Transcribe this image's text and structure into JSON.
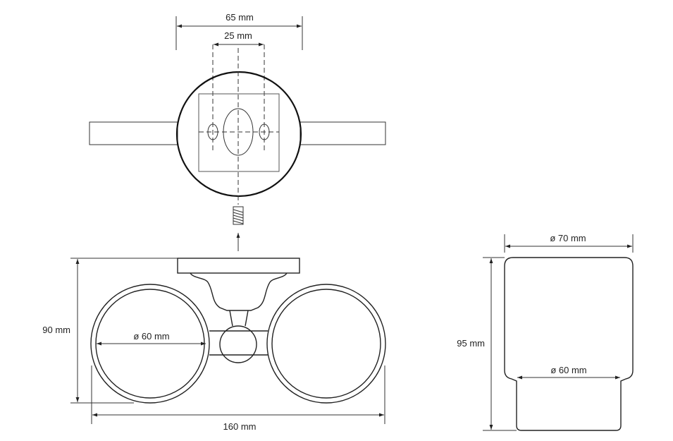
{
  "top_view": {
    "dim_outer": "65 mm",
    "dim_holes": "25 mm"
  },
  "front_view": {
    "dim_height": "90 mm",
    "dim_width": "160 mm",
    "dim_ring_diameter": "ø 60 mm"
  },
  "cup_view": {
    "dim_top_diameter": "ø 70 mm",
    "dim_height": "95 mm",
    "dim_bottom_diameter": "ø 60 mm"
  },
  "colors": {
    "line": "#222222",
    "background": "#ffffff"
  }
}
